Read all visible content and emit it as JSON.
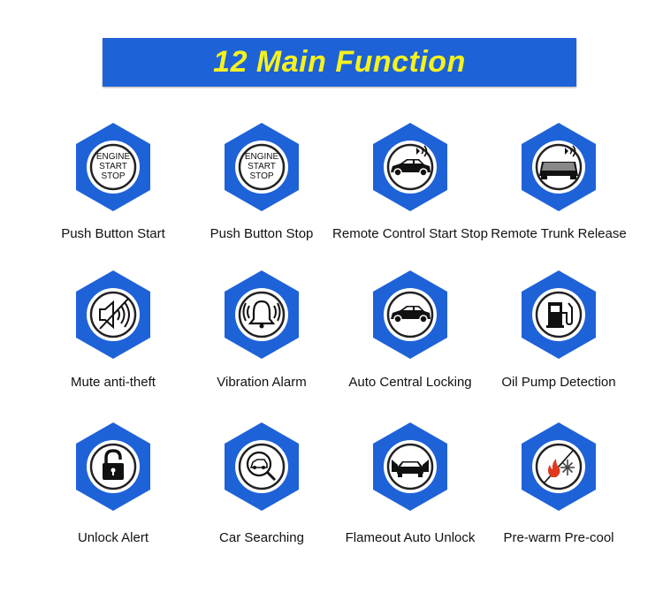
{
  "banner": {
    "title": "12 Main Function"
  },
  "functions": [
    {
      "label": "Push Button Start",
      "icon": "engine-start-stop-icon",
      "text": [
        "ENGINE",
        "START",
        "STOP"
      ]
    },
    {
      "label": "Push Button Stop",
      "icon": "engine-start-stop-icon",
      "text": [
        "ENGINE",
        "START",
        "STOP"
      ]
    },
    {
      "label": "Remote Control Start Stop",
      "icon": "car-remote-signal-icon"
    },
    {
      "label": "Remote Trunk Release",
      "icon": "trunk-remote-signal-icon"
    },
    {
      "label": "Mute anti-theft",
      "icon": "mute-speaker-icon"
    },
    {
      "label": "Vibration Alarm",
      "icon": "alarm-bell-icon"
    },
    {
      "label": "Auto Central Locking",
      "icon": "car-icon"
    },
    {
      "label": "Oil Pump Detection",
      "icon": "fuel-pump-icon"
    },
    {
      "label": "Unlock Alert",
      "icon": "unlocked-padlock-icon"
    },
    {
      "label": "Car Searching",
      "icon": "car-search-icon"
    },
    {
      "label": "Flameout Auto Unlock",
      "icon": "car-open-doors-icon"
    },
    {
      "label": "Pre-warm Pre-cool",
      "icon": "heat-snowflake-icon"
    }
  ],
  "colors": {
    "banner": "#1e62d8",
    "banner_text": "#f5f21e",
    "hexagon": "#1e62d8"
  }
}
